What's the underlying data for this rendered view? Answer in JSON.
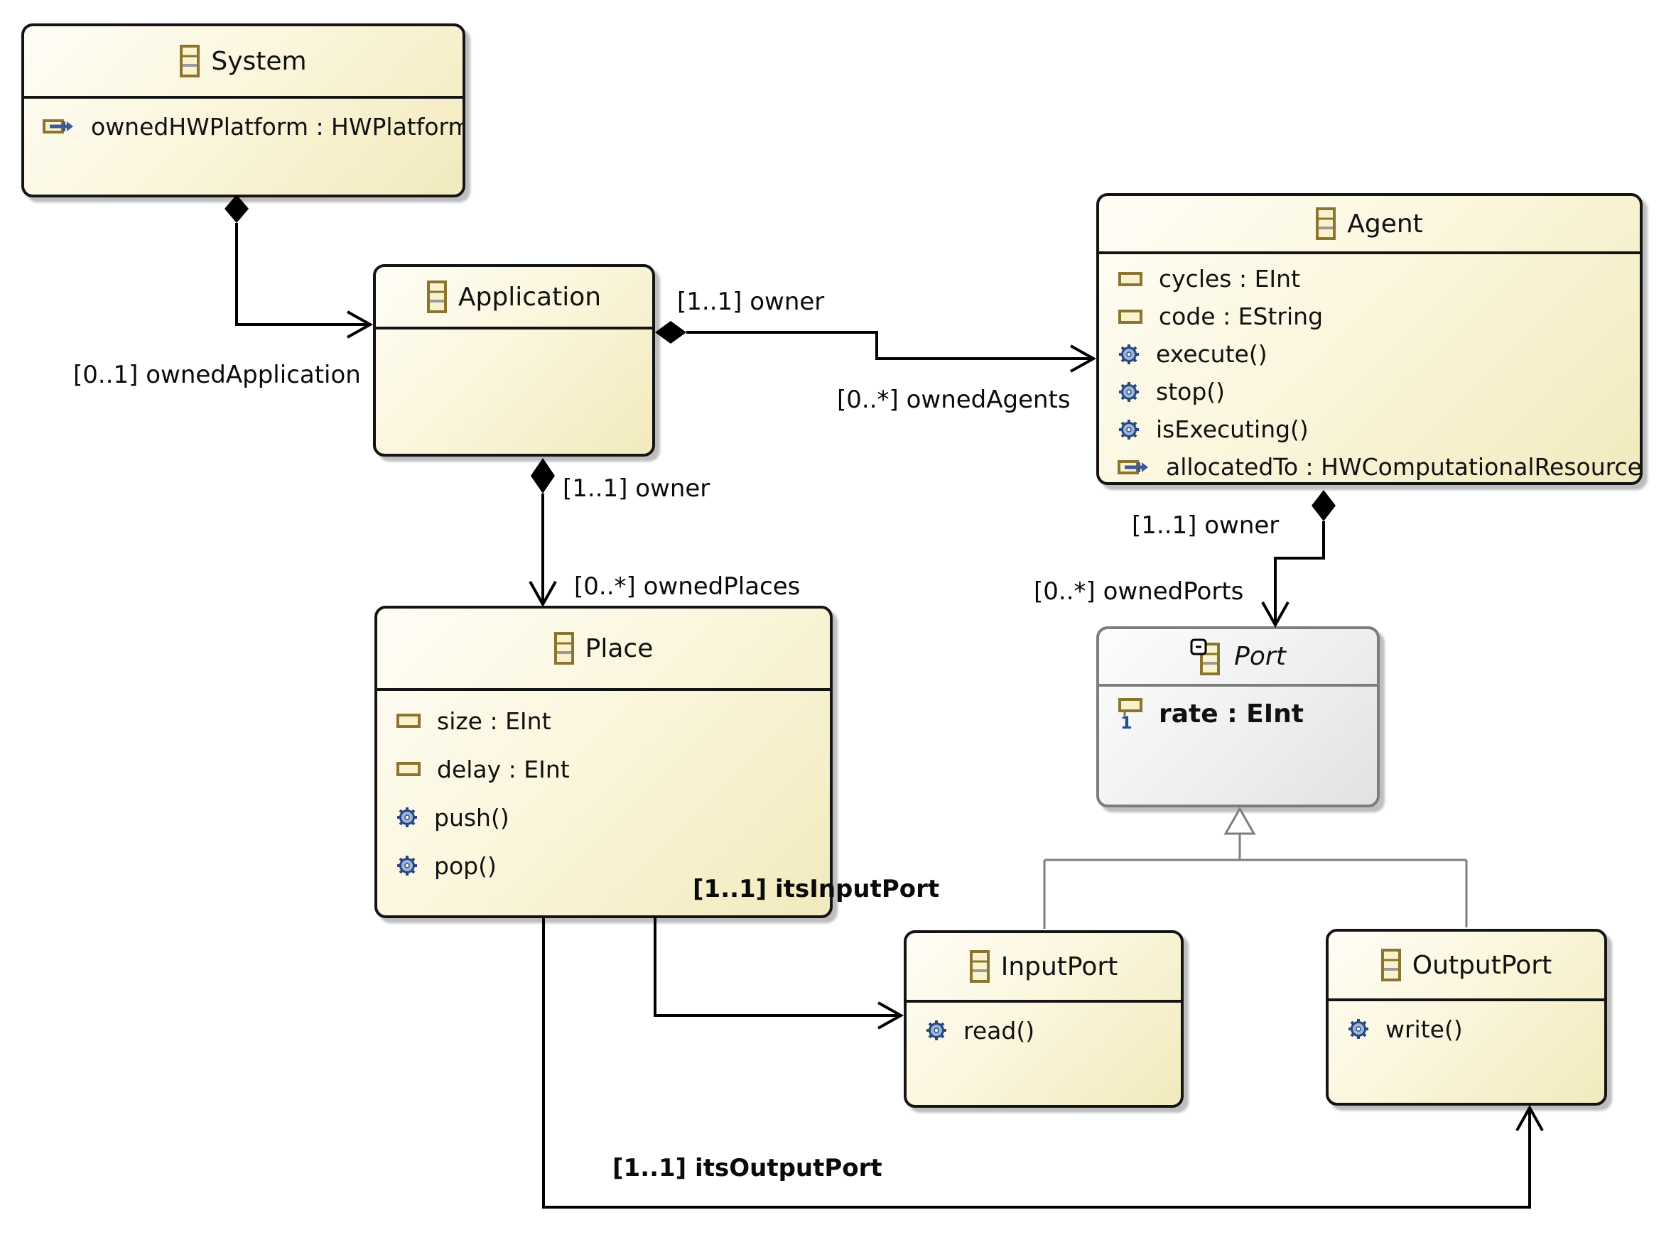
{
  "diagram": {
    "type": "ecore-class-diagram",
    "colors": {
      "node_border": "#141414",
      "node_fill_light": "#fffdf6",
      "node_fill_dark": "#f2eabd",
      "abstract_border": "#7d7d7d",
      "abstract_fill": "#e6e6e6",
      "icon_olive": "#8a7430",
      "icon_cream": "#f8f3cd",
      "operation_gear_blue": "#27477e",
      "operation_gear_fill": "#9db4dc",
      "reference_arrow_blue": "#3d5a96",
      "required_one_blue": "#1d4fa0",
      "edge_black": "#000000",
      "generalization_gray": "#7d7d7d"
    }
  },
  "classes": {
    "system": {
      "name": "System",
      "members": [
        {
          "kind": "reference",
          "icon": "reference-icon",
          "label": "ownedHWPlatform : HWPlatform"
        }
      ]
    },
    "application": {
      "name": "Application",
      "members": []
    },
    "agent": {
      "name": "Agent",
      "members": [
        {
          "kind": "attribute",
          "icon": "attribute-icon",
          "label": "cycles : EInt"
        },
        {
          "kind": "attribute",
          "icon": "attribute-icon",
          "label": "code : EString"
        },
        {
          "kind": "operation",
          "icon": "operation-icon",
          "label": "execute()"
        },
        {
          "kind": "operation",
          "icon": "operation-icon",
          "label": "stop()"
        },
        {
          "kind": "operation",
          "icon": "operation-icon",
          "label": "isExecuting()"
        },
        {
          "kind": "reference",
          "icon": "reference-icon",
          "label": "allocatedTo : HWComputationalResource"
        }
      ]
    },
    "place": {
      "name": "Place",
      "members": [
        {
          "kind": "attribute",
          "icon": "attribute-icon",
          "label": "size : EInt"
        },
        {
          "kind": "attribute",
          "icon": "attribute-icon",
          "label": "delay : EInt"
        },
        {
          "kind": "operation",
          "icon": "operation-icon",
          "label": "push()"
        },
        {
          "kind": "operation",
          "icon": "operation-icon",
          "label": "pop()"
        }
      ]
    },
    "port": {
      "name": "Port",
      "abstract": true,
      "members": [
        {
          "kind": "attribute-required",
          "icon": "attribute-required-icon",
          "label": "rate : EInt"
        }
      ]
    },
    "inputport": {
      "name": "InputPort",
      "members": [
        {
          "kind": "operation",
          "icon": "operation-icon",
          "label": "read()"
        }
      ]
    },
    "outputport": {
      "name": "OutputPort",
      "members": [
        {
          "kind": "operation",
          "icon": "operation-icon",
          "label": "write()"
        }
      ]
    }
  },
  "edges": {
    "owned_application": {
      "type": "composition",
      "label": "[0..1] ownedApplication"
    },
    "owned_agents": {
      "type": "composition",
      "owner_label": "[1..1] owner",
      "label": "[0..*] ownedAgents"
    },
    "owned_places": {
      "type": "composition",
      "owner_label": "[1..1] owner",
      "label": "[0..*] ownedPlaces"
    },
    "owned_ports": {
      "type": "composition",
      "owner_label": "[1..1] owner",
      "label": "[0..*] ownedPorts"
    },
    "its_input_port": {
      "type": "reference",
      "label": "[1..1] itsInputPort"
    },
    "its_output_port": {
      "type": "reference",
      "label": "[1..1] itsOutputPort"
    },
    "inputport_generalization": {
      "type": "generalization",
      "from": "InputPort",
      "to": "Port"
    },
    "outputport_generalization": {
      "type": "generalization",
      "from": "OutputPort",
      "to": "Port"
    }
  }
}
